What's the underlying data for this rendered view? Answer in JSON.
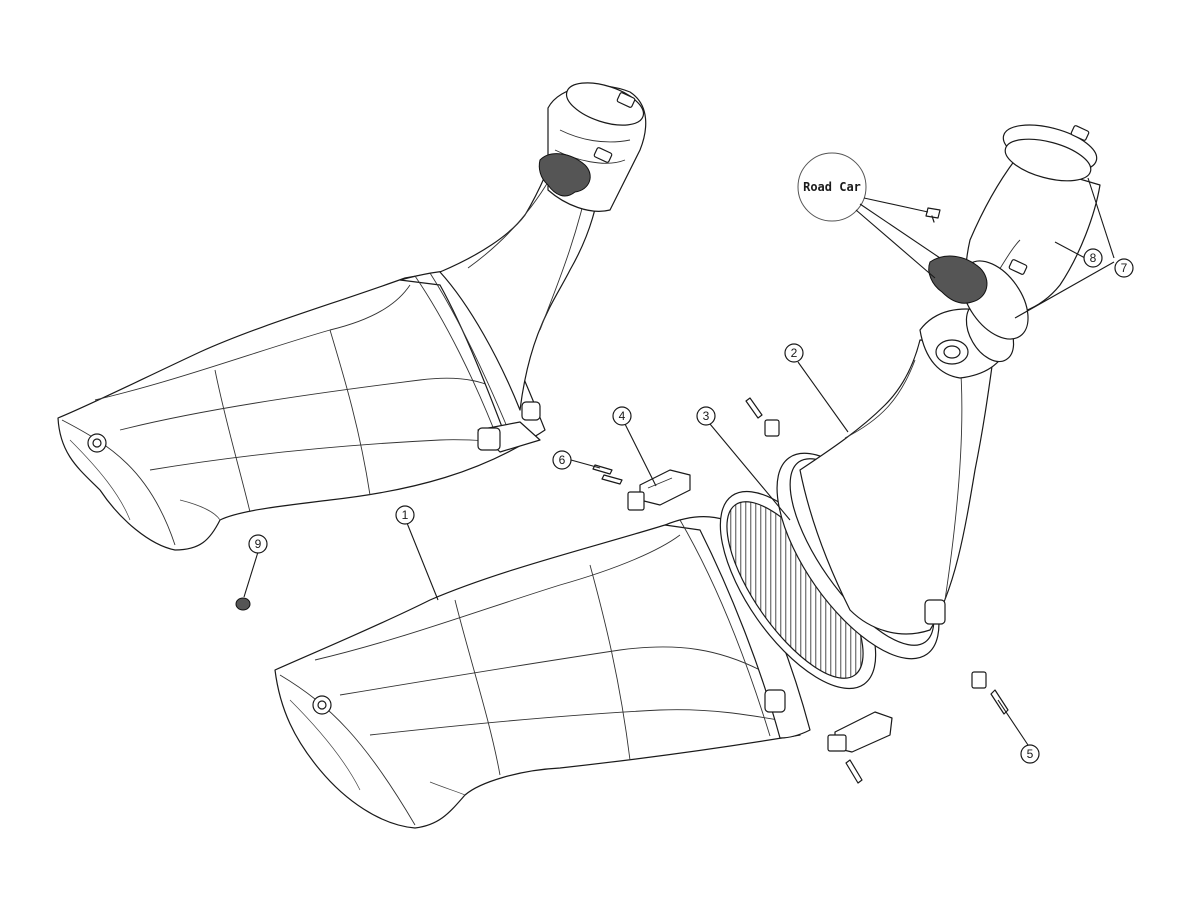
{
  "note": {
    "text": "Road Car"
  },
  "callouts": [
    {
      "id": "1",
      "label": "1"
    },
    {
      "id": "2",
      "label": "2"
    },
    {
      "id": "3",
      "label": "3"
    },
    {
      "id": "4",
      "label": "4"
    },
    {
      "id": "5",
      "label": "5"
    },
    {
      "id": "6",
      "label": "6"
    },
    {
      "id": "7",
      "label": "7"
    },
    {
      "id": "8",
      "label": "8"
    },
    {
      "id": "9",
      "label": "9"
    }
  ]
}
